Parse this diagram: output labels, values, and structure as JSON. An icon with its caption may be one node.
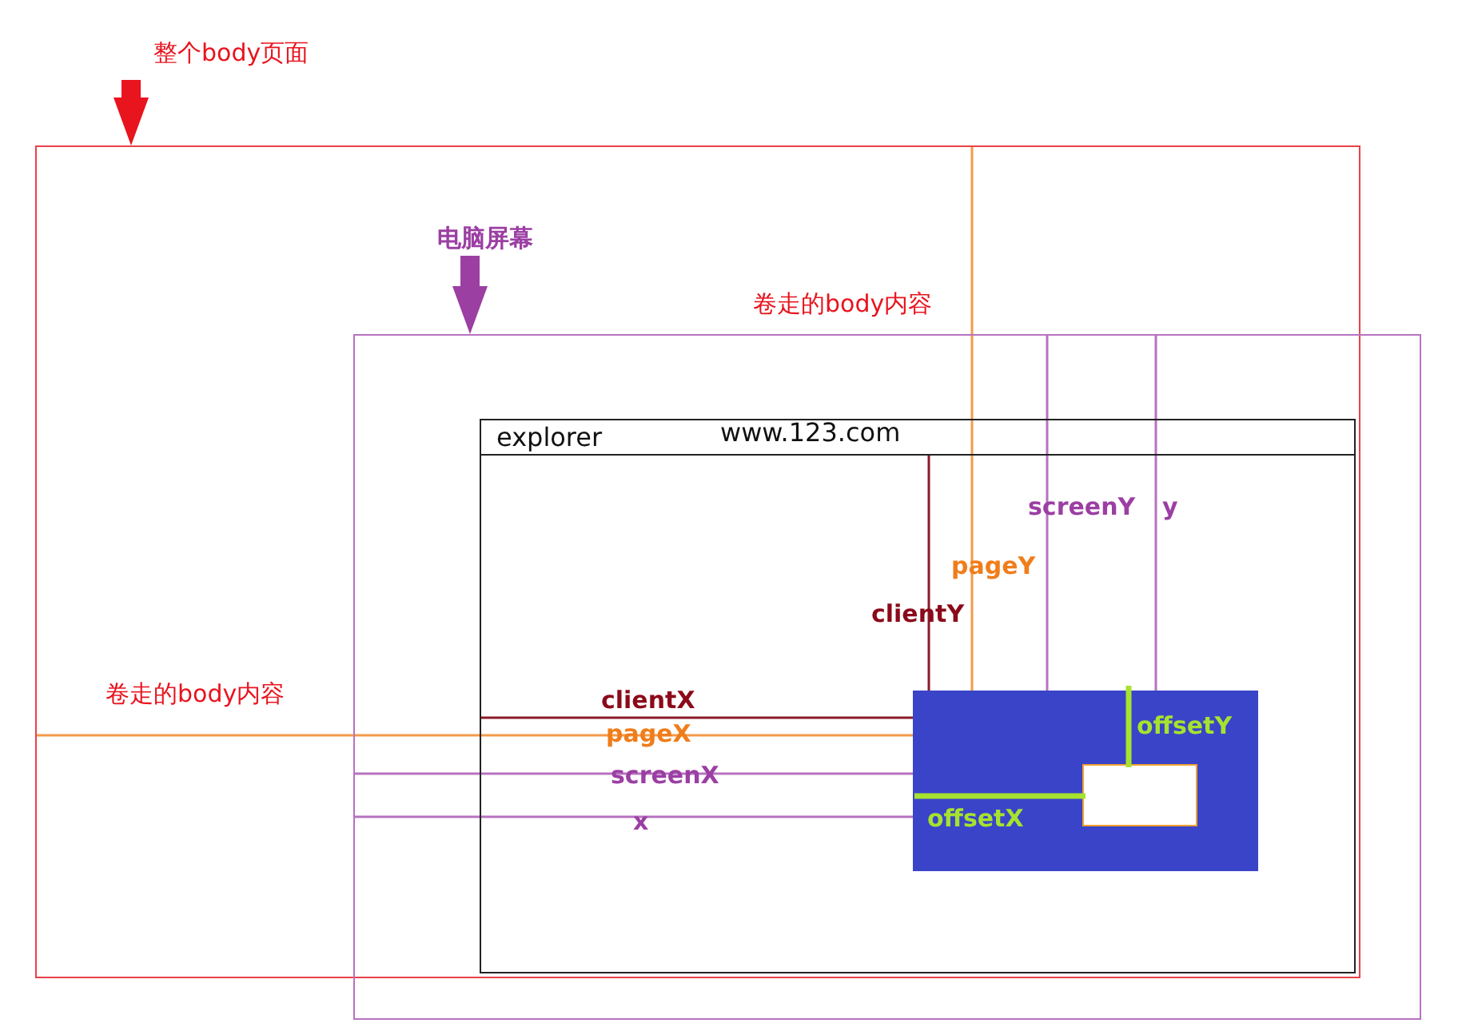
{
  "diagram": {
    "nodes": [
      {
        "text": [
          "整个body页面"
        ]
      },
      {
        "text": [],
        "shape": "box"
      },
      {
        "text": [
          "电脑屏幕"
        ],
        "in": 1
      },
      {
        "text": [],
        "shape": "box"
      },
      {
        "text": [
          "explorer",
          "www.123.com"
        ],
        "in": 3
      },
      {
        "text": [],
        "shape": "box",
        "in": 4
      },
      {
        "text": [],
        "shape": "box",
        "in": 5
      }
    ],
    "edges": [
      {
        "from": 0,
        "to": 1,
        "arrow": "to",
        "color": "#e8141e"
      },
      {
        "from": 2,
        "to": 3,
        "arrow": "to",
        "color": "#9b3fa3"
      }
    ],
    "labels": [
      "卷走的body内容",
      "screenY",
      "y",
      "pageY",
      "clientY",
      "卷走的body内容",
      "clientX",
      "offsetY",
      "pageX",
      "screenX",
      "offsetX",
      "x"
    ]
  }
}
